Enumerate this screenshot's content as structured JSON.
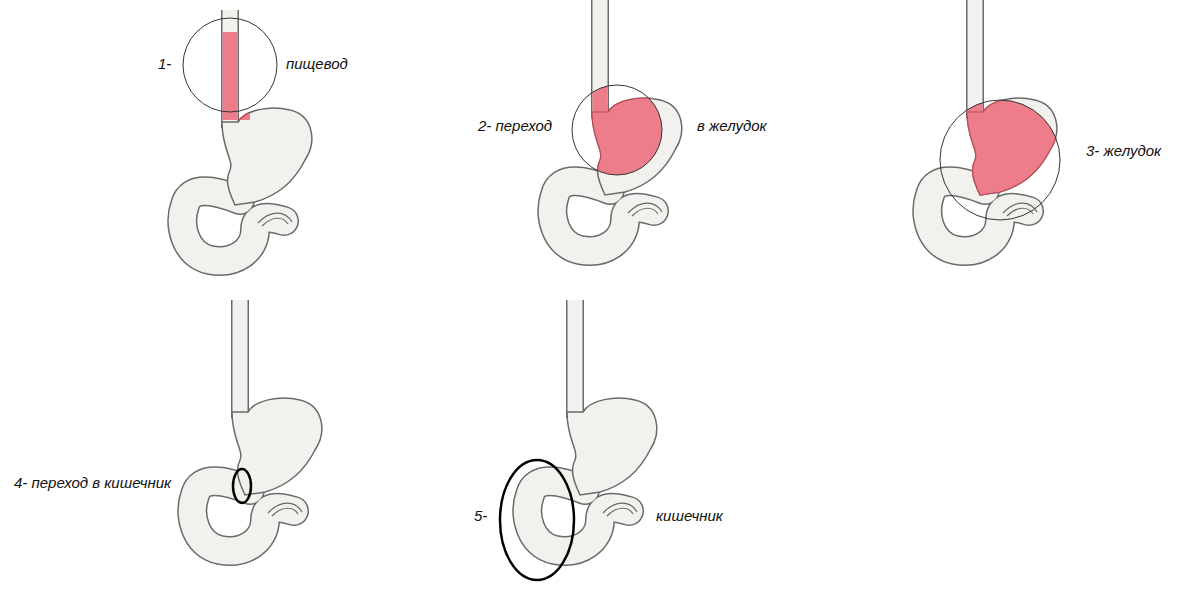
{
  "diagram": {
    "labels": [
      "1-",
      "пищевод",
      "2- переход",
      "в желудок",
      "3- желудок",
      "4- переход в кишечник",
      "5-",
      "кишечник"
    ]
  }
}
